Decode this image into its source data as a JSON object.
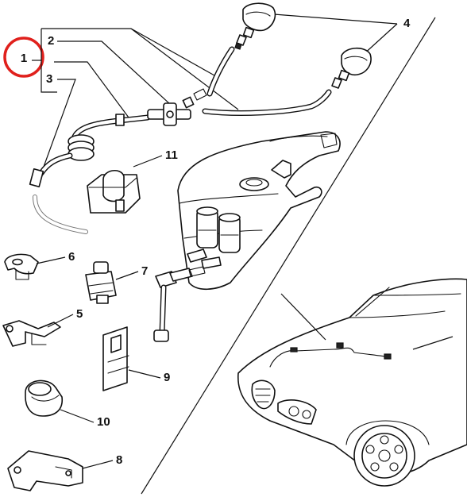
{
  "highlight_color": "#e0201c",
  "callouts": {
    "p1": "1",
    "p2": "2",
    "p3": "3",
    "p4": "4",
    "p5": "5",
    "p6": "6",
    "p7": "7",
    "p8": "8",
    "p9": "9",
    "p10": "10",
    "p11": "11"
  }
}
